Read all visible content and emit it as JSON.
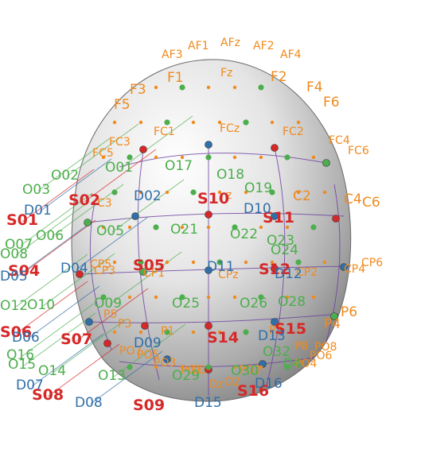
{
  "colors": {
    "eeg": "#f08a1c",
    "source": "#d62828",
    "detector": "#2f6fa8",
    "optode": "#4cae4c",
    "grid_line": "#6a3fa0"
  },
  "labels": {
    "eeg": [
      "AF1",
      "AFz",
      "AF2",
      "AF3",
      "AF4",
      "F1",
      "Fz",
      "F2",
      "F3",
      "F4",
      "F5",
      "F6",
      "FC1",
      "FCz",
      "FC2",
      "FC3",
      "FC4",
      "FC5",
      "FC6",
      "C3",
      "C2",
      "C4",
      "C6",
      "CPz",
      "CP1",
      "CP2",
      "CP3",
      "CP4",
      "CP5",
      "CP6",
      "P1",
      "P2",
      "P3",
      "P4",
      "P5",
      "P6",
      "PO1",
      "PO2",
      "PO3",
      "PO4",
      "PO5",
      "PO6",
      "PO7",
      "PO8",
      "Oz",
      "O1",
      "O2",
      "z",
      "P8"
    ],
    "source": [
      "S01",
      "S02",
      "S04",
      "S05",
      "S06",
      "S07",
      "S08",
      "S09",
      "S10",
      "S11",
      "S12",
      "S14",
      "S15",
      "S16"
    ],
    "detector": [
      "D01",
      "D02",
      "D04",
      "D05",
      "D06",
      "D07",
      "D08",
      "D09",
      "D10",
      "D11",
      "D12",
      "D13",
      "D15",
      "D16"
    ],
    "optode": [
      "O01",
      "O02",
      "O03",
      "O05",
      "O06",
      "O07",
      "O08",
      "O09",
      "O10",
      "O12",
      "O13",
      "O14",
      "O15",
      "O16",
      "O17",
      "O18",
      "O19",
      "O21",
      "O22",
      "O23",
      "O24",
      "O25",
      "O26",
      "O28",
      "O29",
      "O30",
      "O32",
      "O4"
    ]
  }
}
